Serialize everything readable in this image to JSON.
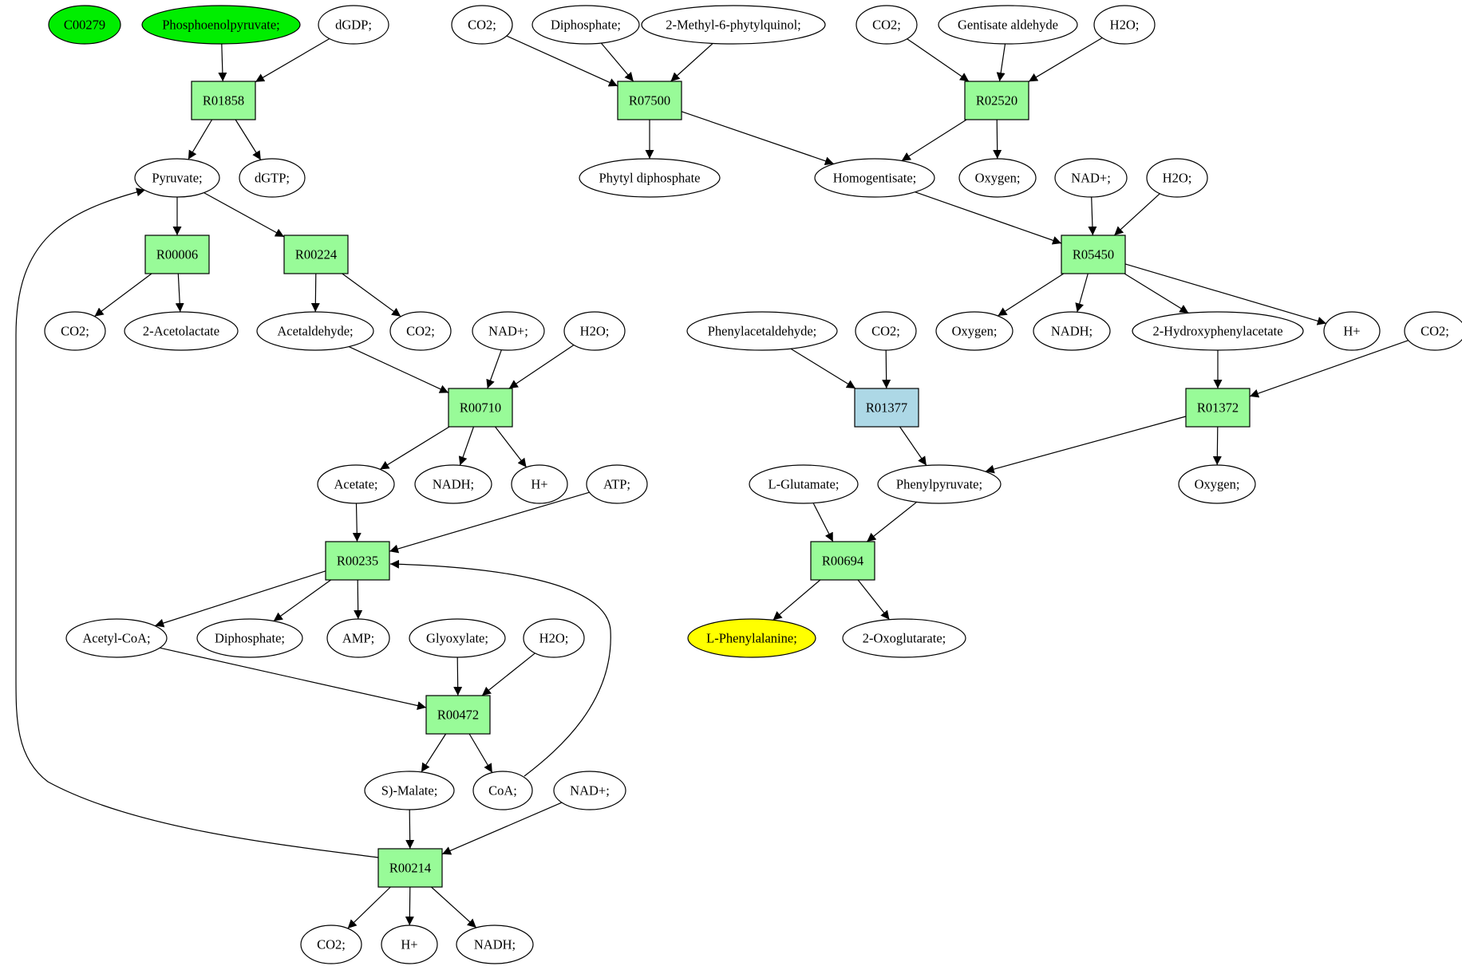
{
  "colors": {
    "reaction": "#98fb98",
    "reaction_highlight": "#add8e6",
    "compound": "#ffffff",
    "compound_source": "#00ee00",
    "compound_target": "#ffff00",
    "edge": "#000000"
  },
  "nodes": [
    {
      "id": "c_c00279",
      "label": "C00279",
      "kind": "compound",
      "style": "source"
    },
    {
      "id": "c_pep",
      "label": "Phosphoenolpyruvate;",
      "kind": "compound",
      "style": "source"
    },
    {
      "id": "c_dgdp",
      "label": "dGDP;",
      "kind": "compound"
    },
    {
      "id": "r_r01858",
      "label": "R01858",
      "kind": "reaction"
    },
    {
      "id": "c_pyruvate",
      "label": "Pyruvate;",
      "kind": "compound"
    },
    {
      "id": "c_dgtp",
      "label": "dGTP;",
      "kind": "compound"
    },
    {
      "id": "r_r00006",
      "label": "R00006",
      "kind": "reaction"
    },
    {
      "id": "r_r00224",
      "label": "R00224",
      "kind": "reaction"
    },
    {
      "id": "c_co2_a",
      "label": "CO2;",
      "kind": "compound"
    },
    {
      "id": "c_acetolactate",
      "label": "2-Acetolactate",
      "kind": "compound"
    },
    {
      "id": "c_acetaldehyde",
      "label": "Acetaldehyde;",
      "kind": "compound"
    },
    {
      "id": "c_co2_b",
      "label": "CO2;",
      "kind": "compound"
    },
    {
      "id": "c_nad_a",
      "label": "NAD+;",
      "kind": "compound"
    },
    {
      "id": "c_h2o_a",
      "label": "H2O;",
      "kind": "compound"
    },
    {
      "id": "r_r00710",
      "label": "R00710",
      "kind": "reaction"
    },
    {
      "id": "c_acetate",
      "label": "Acetate;",
      "kind": "compound"
    },
    {
      "id": "c_nadh_a",
      "label": "NADH;",
      "kind": "compound"
    },
    {
      "id": "c_hplus_a",
      "label": "H+",
      "kind": "compound"
    },
    {
      "id": "c_atp",
      "label": "ATP;",
      "kind": "compound"
    },
    {
      "id": "r_r00235",
      "label": "R00235",
      "kind": "reaction"
    },
    {
      "id": "c_acetylcoa",
      "label": "Acetyl-CoA;",
      "kind": "compound"
    },
    {
      "id": "c_diphosphate_a",
      "label": "Diphosphate;",
      "kind": "compound"
    },
    {
      "id": "c_amp",
      "label": "AMP;",
      "kind": "compound"
    },
    {
      "id": "c_glyoxylate",
      "label": "Glyoxylate;",
      "kind": "compound"
    },
    {
      "id": "c_h2o_b",
      "label": "H2O;",
      "kind": "compound"
    },
    {
      "id": "r_r00472",
      "label": "R00472",
      "kind": "reaction"
    },
    {
      "id": "c_malate",
      "label": "S)-Malate;",
      "kind": "compound"
    },
    {
      "id": "c_coa",
      "label": "CoA;",
      "kind": "compound"
    },
    {
      "id": "c_nad_b",
      "label": "NAD+;",
      "kind": "compound"
    },
    {
      "id": "r_r00214",
      "label": "R00214",
      "kind": "reaction"
    },
    {
      "id": "c_co2_c",
      "label": "CO2;",
      "kind": "compound"
    },
    {
      "id": "c_hplus_b",
      "label": "H+",
      "kind": "compound"
    },
    {
      "id": "c_nadh_b",
      "label": "NADH;",
      "kind": "compound"
    },
    {
      "id": "c_co2_d",
      "label": "CO2;",
      "kind": "compound"
    },
    {
      "id": "c_diphosphate_b",
      "label": "Diphosphate;",
      "kind": "compound"
    },
    {
      "id": "c_methylphytylquinol",
      "label": "2-Methyl-6-phytylquinol;",
      "kind": "compound"
    },
    {
      "id": "r_r07500",
      "label": "R07500",
      "kind": "reaction"
    },
    {
      "id": "c_phytyldiphosphate",
      "label": "Phytyl diphosphate",
      "kind": "compound"
    },
    {
      "id": "c_co2_e",
      "label": "CO2;",
      "kind": "compound"
    },
    {
      "id": "c_gentisatealdehyde",
      "label": "Gentisate aldehyde",
      "kind": "compound"
    },
    {
      "id": "c_h2o_c",
      "label": "H2O;",
      "kind": "compound"
    },
    {
      "id": "r_r02520",
      "label": "R02520",
      "kind": "reaction"
    },
    {
      "id": "c_homogentisate",
      "label": "Homogentisate;",
      "kind": "compound"
    },
    {
      "id": "c_oxygen_a",
      "label": "Oxygen;",
      "kind": "compound"
    },
    {
      "id": "c_nad_c",
      "label": "NAD+;",
      "kind": "compound"
    },
    {
      "id": "c_h2o_d",
      "label": "H2O;",
      "kind": "compound"
    },
    {
      "id": "r_r05450",
      "label": "R05450",
      "kind": "reaction"
    },
    {
      "id": "c_oxygen_b",
      "label": "Oxygen;",
      "kind": "compound"
    },
    {
      "id": "c_nadh_c",
      "label": "NADH;",
      "kind": "compound"
    },
    {
      "id": "c_hydroxyphenylacetate",
      "label": "2-Hydroxyphenylacetate",
      "kind": "compound"
    },
    {
      "id": "c_hplus_c",
      "label": "H+",
      "kind": "compound"
    },
    {
      "id": "c_co2_f",
      "label": "CO2;",
      "kind": "compound"
    },
    {
      "id": "c_phenylacetaldehyde",
      "label": "Phenylacetaldehyde;",
      "kind": "compound"
    },
    {
      "id": "c_co2_g",
      "label": "CO2;",
      "kind": "compound"
    },
    {
      "id": "r_r01377",
      "label": "R01377",
      "kind": "reaction",
      "style": "highlight"
    },
    {
      "id": "r_r01372",
      "label": "R01372",
      "kind": "reaction"
    },
    {
      "id": "c_lglutamate",
      "label": "L-Glutamate;",
      "kind": "compound"
    },
    {
      "id": "c_phenylpyruvate",
      "label": "Phenylpyruvate;",
      "kind": "compound"
    },
    {
      "id": "c_oxygen_c",
      "label": "Oxygen;",
      "kind": "compound"
    },
    {
      "id": "r_r00694",
      "label": "R00694",
      "kind": "reaction"
    },
    {
      "id": "c_lphenylalanine",
      "label": "L-Phenylalanine;",
      "kind": "compound",
      "style": "target"
    },
    {
      "id": "c_oxoglutarate",
      "label": "2-Oxoglutarate;",
      "kind": "compound"
    }
  ],
  "edges": [
    [
      "c_pep",
      "r_r01858"
    ],
    [
      "c_dgdp",
      "r_r01858"
    ],
    [
      "r_r01858",
      "c_pyruvate"
    ],
    [
      "r_r01858",
      "c_dgtp"
    ],
    [
      "c_pyruvate",
      "r_r00006"
    ],
    [
      "c_pyruvate",
      "r_r00224"
    ],
    [
      "r_r00006",
      "c_co2_a"
    ],
    [
      "r_r00006",
      "c_acetolactate"
    ],
    [
      "r_r00224",
      "c_acetaldehyde"
    ],
    [
      "r_r00224",
      "c_co2_b"
    ],
    [
      "c_acetaldehyde",
      "r_r00710"
    ],
    [
      "c_nad_a",
      "r_r00710"
    ],
    [
      "c_h2o_a",
      "r_r00710"
    ],
    [
      "r_r00710",
      "c_acetate"
    ],
    [
      "r_r00710",
      "c_nadh_a"
    ],
    [
      "r_r00710",
      "c_hplus_a"
    ],
    [
      "c_acetate",
      "r_r00235"
    ],
    [
      "c_atp",
      "r_r00235"
    ],
    [
      "c_coa",
      "r_r00235"
    ],
    [
      "r_r00235",
      "c_acetylcoa"
    ],
    [
      "r_r00235",
      "c_diphosphate_a"
    ],
    [
      "r_r00235",
      "c_amp"
    ],
    [
      "c_acetylcoa",
      "r_r00472"
    ],
    [
      "c_glyoxylate",
      "r_r00472"
    ],
    [
      "c_h2o_b",
      "r_r00472"
    ],
    [
      "r_r00472",
      "c_malate"
    ],
    [
      "r_r00472",
      "c_coa"
    ],
    [
      "c_malate",
      "r_r00214"
    ],
    [
      "c_nad_b",
      "r_r00214"
    ],
    [
      "r_r00214",
      "c_co2_c"
    ],
    [
      "r_r00214",
      "c_hplus_b"
    ],
    [
      "r_r00214",
      "c_nadh_b"
    ],
    [
      "r_r00214",
      "c_pyruvate"
    ],
    [
      "c_co2_d",
      "r_r07500"
    ],
    [
      "c_diphosphate_b",
      "r_r07500"
    ],
    [
      "c_methylphytylquinol",
      "r_r07500"
    ],
    [
      "r_r07500",
      "c_phytyldiphosphate"
    ],
    [
      "r_r07500",
      "c_homogentisate"
    ],
    [
      "c_co2_e",
      "r_r02520"
    ],
    [
      "c_gentisatealdehyde",
      "r_r02520"
    ],
    [
      "c_h2o_c",
      "r_r02520"
    ],
    [
      "r_r02520",
      "c_homogentisate"
    ],
    [
      "r_r02520",
      "c_oxygen_a"
    ],
    [
      "c_homogentisate",
      "r_r05450"
    ],
    [
      "c_nad_c",
      "r_r05450"
    ],
    [
      "c_h2o_d",
      "r_r05450"
    ],
    [
      "r_r05450",
      "c_oxygen_b"
    ],
    [
      "r_r05450",
      "c_nadh_c"
    ],
    [
      "r_r05450",
      "c_hydroxyphenylacetate"
    ],
    [
      "r_r05450",
      "c_hplus_c"
    ],
    [
      "c_hydroxyphenylacetate",
      "r_r01372"
    ],
    [
      "c_co2_f",
      "r_r01372"
    ],
    [
      "r_r01372",
      "c_phenylpyruvate"
    ],
    [
      "r_r01372",
      "c_oxygen_c"
    ],
    [
      "c_phenylacetaldehyde",
      "r_r01377"
    ],
    [
      "c_co2_g",
      "r_r01377"
    ],
    [
      "r_r01377",
      "c_phenylpyruvate"
    ],
    [
      "c_lglutamate",
      "r_r00694"
    ],
    [
      "c_phenylpyruvate",
      "r_r00694"
    ],
    [
      "r_r00694",
      "c_lphenylalanine"
    ],
    [
      "r_r00694",
      "c_oxoglutarate"
    ]
  ]
}
